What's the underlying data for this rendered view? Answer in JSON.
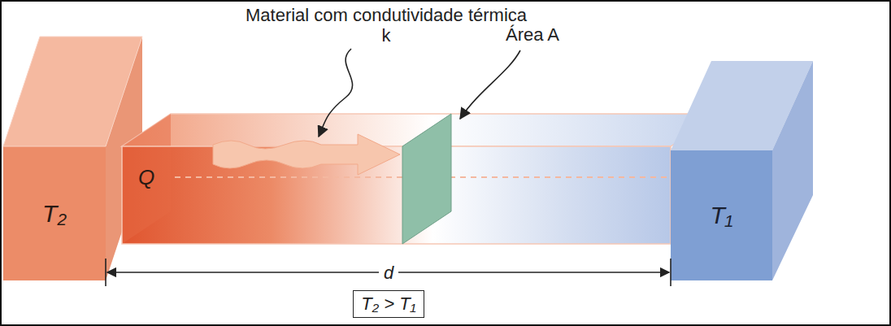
{
  "diagram": {
    "nodes": [
      {
        "text": [
          "T₂"
        ]
      },
      {
        "text": [
          "Q"
        ]
      },
      {
        "text": [
          "T₁"
        ]
      },
      {
        "text": [
          "T₂ > T₁"
        ]
      }
    ],
    "labels": [
      "Material com condutividade térmica k",
      "Área A",
      "d"
    ]
  }
}
